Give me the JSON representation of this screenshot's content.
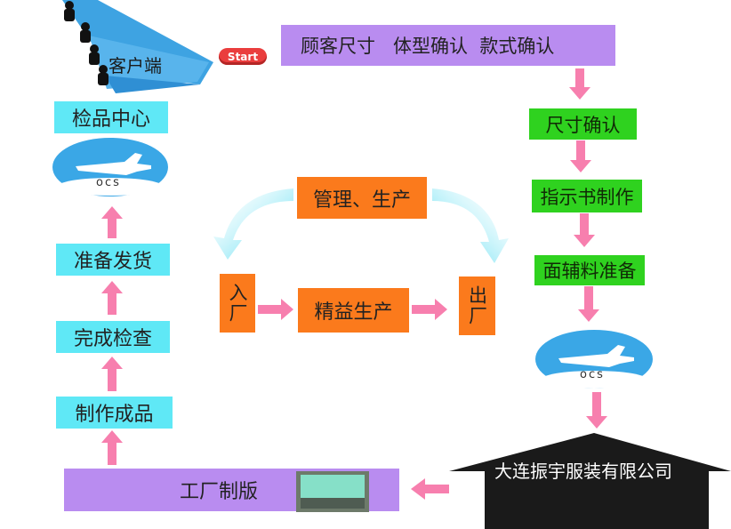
{
  "client": {
    "label": "客户端",
    "start_label": "Start"
  },
  "top_bar": {
    "text": "顾客尺寸   体型确认  款式确认"
  },
  "right_column": [
    "尺寸确认",
    "指示书制作",
    "面辅料准备"
  ],
  "left_column": [
    "检品中心",
    "准备发货",
    "完成检查",
    "制作成品"
  ],
  "ocs_label": "ocs",
  "center": {
    "management": "管理、生产",
    "entry": "入厂",
    "lean": "精益生产",
    "exit": "出厂"
  },
  "company": {
    "name": "大连振宇服装有限公司"
  },
  "factory": {
    "label": "工厂制版"
  },
  "colors": {
    "purple": "#b98cf0",
    "cyan": "#5fe8f6",
    "green": "#2fd21f",
    "orange": "#fb7a1c",
    "arrow_pink": "#f77fae",
    "sky_blue": "#3aa7e6"
  }
}
